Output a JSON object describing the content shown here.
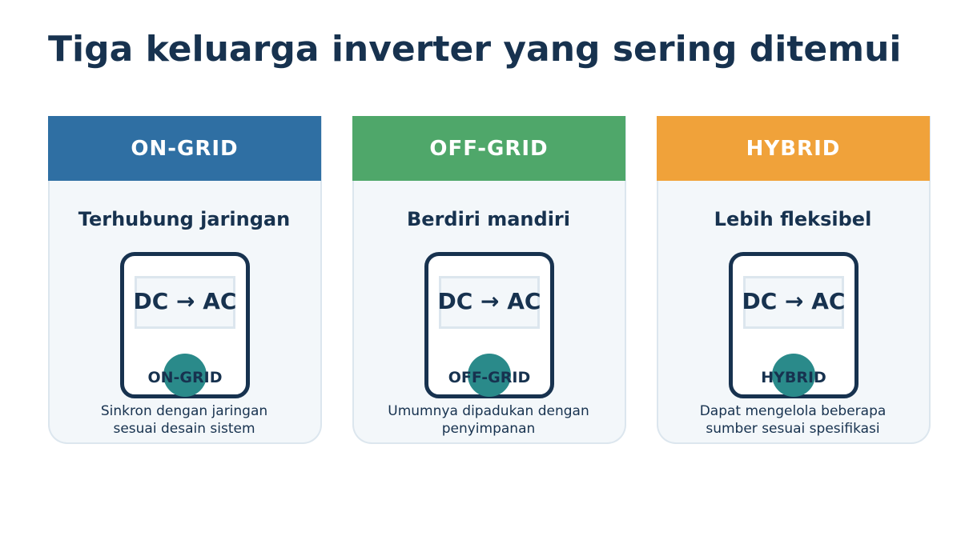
{
  "title": "Tiga keluarga inverter yang sering ditemui",
  "cards": [
    {
      "header": "ON-GRID",
      "header_color": "#2f6fa3",
      "subtitle": "Terhubung jaringan",
      "conversion": "DC  →  AC",
      "device_label": "ON-GRID",
      "desc_line1": "Sinkron dengan jaringan",
      "desc_line2": "sesuai desain sistem"
    },
    {
      "header": "OFF-GRID",
      "header_color": "#4fa76a",
      "subtitle": "Berdiri mandiri",
      "conversion": "DC  →  AC",
      "device_label": "OFF-GRID",
      "desc_line1": "Umumnya dipadukan dengan",
      "desc_line2": "penyimpanan"
    },
    {
      "header": "HYBRID",
      "header_color": "#f0a23a",
      "subtitle": "Lebih fleksibel",
      "conversion": "DC  →  AC",
      "device_label": "HYBRID",
      "desc_line1": "Dapat mengelola beberapa",
      "desc_line2": "sumber sesuai spesifikasi"
    }
  ],
  "colors": {
    "title": "#17324f",
    "card_bg": "#f3f7fa",
    "card_border": "#dce6ee",
    "device_dot": "#2a8a8a"
  },
  "icons": [
    "inverter-device-icon"
  ]
}
